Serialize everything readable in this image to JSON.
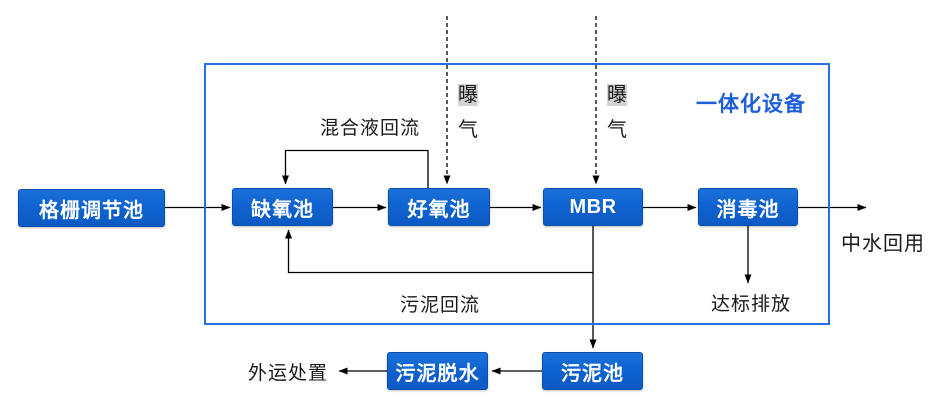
{
  "diagram": {
    "equipment_label": "一体化设备",
    "boxes": {
      "grid_tank": "格栅调节池",
      "anoxic_tank": "缺氧池",
      "aerobic_tank": "好氧池",
      "mbr": "MBR",
      "disinfection_tank": "消毒池",
      "sludge_tank": "污泥池",
      "sludge_dewatering": "污泥脱水"
    },
    "labels": {
      "mixed_liquor_return": "混合液回流",
      "sludge_return": "污泥回流",
      "reclaimed_water_reuse": "中水回用",
      "standard_discharge": "达标排放",
      "external_disposal": "外运处置"
    },
    "aeration": {
      "char_top": "曝",
      "char_bottom": "气"
    },
    "colors": {
      "process_box_blue": "#0f63d0",
      "boundary_blue": "#2471e3",
      "equipment_label_blue": "#1c5fd8",
      "line_black": "#000000"
    }
  }
}
